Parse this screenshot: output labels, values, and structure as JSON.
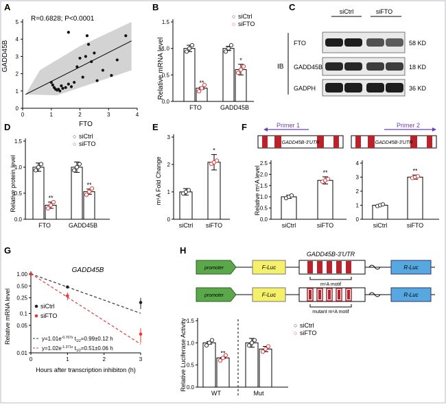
{
  "figure": {
    "panels": {
      "A": {
        "letter": "A",
        "stat": "R=0.6828; P<0.0001",
        "xlabel": "FTO",
        "ylabel": "GADD45B",
        "xticks": [
          "0",
          "1",
          "2",
          "3",
          "4"
        ],
        "yticks": [
          "0",
          "1",
          "2",
          "3",
          "4",
          "5"
        ]
      },
      "B": {
        "letter": "B",
        "ylabel": "Relative mRNA level",
        "yticks": [
          "0.0",
          "0.5",
          "1.0",
          "1.5"
        ],
        "groups": [
          "FTO",
          "GADD45B"
        ],
        "legend": [
          "siCtrl",
          "siFTO"
        ],
        "sig": [
          "**",
          "*"
        ]
      },
      "C": {
        "letter": "C",
        "cols": [
          "siCtrl",
          "siFTO"
        ],
        "side_label": "IB",
        "rows": [
          {
            "name": "FTO",
            "size": "58 KD"
          },
          {
            "name": "GADD45B",
            "size": "18 KD"
          },
          {
            "name": "GADPH",
            "size": "36 KD"
          }
        ]
      },
      "D": {
        "letter": "D",
        "ylabel": "Relative protein level",
        "yticks": [
          "0.0",
          "0.5",
          "1.0",
          "1.5"
        ],
        "groups": [
          "FTO",
          "GADD45B"
        ],
        "legend": [
          "siCtrl",
          "siFTO"
        ],
        "sig": [
          "**",
          "**"
        ]
      },
      "E": {
        "letter": "E",
        "ylabel": "m⁶A Fold Change",
        "yticks": [
          "0",
          "1",
          "2",
          "3"
        ],
        "groups": [
          "siCtrl",
          "siFTO"
        ],
        "sig": "*"
      },
      "F": {
        "letter": "F",
        "primer1": "Primer 1",
        "primer2": "Primer 2",
        "utr": "GADD45B-3'UTR",
        "ylabel": "Relative m⁶A level",
        "yticks": [
          "0.0",
          "0.5",
          "1.0",
          "1.5",
          "2.0",
          "2.5"
        ],
        "yticks2": [
          "0",
          "1",
          "2",
          "3",
          "4"
        ],
        "groups": [
          "siCtrl",
          "siFTO"
        ],
        "sig": "**"
      },
      "G": {
        "letter": "G",
        "title": "GADD45B",
        "ylabel": "Relative mRNA level",
        "xlabel": "Hours after transcription inhibiton (h)",
        "yticks": [
          "1.00",
          "0.50",
          "0.25",
          "0.1",
          "0.05",
          "0.01"
        ],
        "xticks": [
          "0",
          "1",
          "2",
          "3"
        ],
        "legend": [
          "siCtrl",
          "siFTO"
        ],
        "eq1": "y=1.01e",
        "exp1": "-0.767x",
        "half1": "t",
        "sub1": "1/2",
        "half1v": "=0.99±0.12 h",
        "eq2": "y=1.02e",
        "exp2": "-1.371x",
        "half2v": "=0.51±0.06 h"
      },
      "H": {
        "letter": "H",
        "construct_title": "GADD45B-3'UTR",
        "promoter": "promoter",
        "fluc": "F-Luc",
        "rluc": "R-Luc",
        "motif": "m⁶A motif",
        "mutant": "mutant m⁶A motif",
        "ylabel": "Relative Luciferase Activity",
        "yticks": [
          "0.0",
          "0.5",
          "1.0",
          "1.5"
        ],
        "groups": [
          "WT",
          "Mut"
        ],
        "legend": [
          "siCtrl",
          "siFTO"
        ],
        "sig": "**"
      }
    }
  },
  "colors": {
    "ctrl": "#333333",
    "sifto": "#e03a3a",
    "primer": "#6a3fb5",
    "green": "#5aa84a",
    "yellow": "#f4f06a",
    "blue": "#57a8e0",
    "red": "#b8242b",
    "band": "#1e1e1e"
  },
  "chart_data": [
    {
      "panel": "A",
      "type": "scatter",
      "xlabel": "FTO",
      "ylabel": "GADD45B",
      "xlim": [
        0,
        4
      ],
      "ylim": [
        0,
        5
      ],
      "points": [
        [
          1.0,
          1.5
        ],
        [
          1.05,
          1.35
        ],
        [
          1.1,
          1.2
        ],
        [
          1.15,
          1.1
        ],
        [
          1.2,
          1.05
        ],
        [
          1.3,
          1.0
        ],
        [
          1.4,
          1.15
        ],
        [
          1.5,
          1.2
        ],
        [
          1.6,
          1.4
        ],
        [
          1.7,
          1.25
        ],
        [
          1.8,
          1.5
        ],
        [
          1.6,
          4.4
        ],
        [
          1.9,
          2.4
        ],
        [
          2.0,
          2.9
        ],
        [
          2.1,
          1.8
        ],
        [
          2.2,
          3.0
        ],
        [
          2.25,
          4.2
        ],
        [
          2.3,
          3.7
        ],
        [
          2.4,
          2.7
        ],
        [
          2.5,
          3.2
        ],
        [
          2.6,
          1.6
        ],
        [
          2.8,
          2.2
        ],
        [
          3.1,
          1.9
        ],
        [
          3.3,
          2.8
        ],
        [
          3.6,
          4.2
        ],
        [
          1.25,
          1.1
        ],
        [
          1.35,
          1.3
        ]
      ],
      "fit": [
        [
          0.1,
          0.8
        ],
        [
          3.8,
          3.9
        ]
      ]
    },
    {
      "panel": "B",
      "type": "bar",
      "categories": [
        "FTO",
        "GADD45B"
      ],
      "ylim": [
        0,
        1.5
      ],
      "series": [
        {
          "name": "siCtrl",
          "values": [
            1.0,
            1.0
          ],
          "err": [
            0.06,
            0.04
          ]
        },
        {
          "name": "siFTO",
          "values": [
            0.25,
            0.6
          ],
          "err": [
            0.02,
            0.1
          ]
        }
      ]
    },
    {
      "panel": "D",
      "type": "bar",
      "categories": [
        "FTO",
        "GADD45B"
      ],
      "ylim": [
        0,
        1.5
      ],
      "series": [
        {
          "name": "siCtrl",
          "values": [
            1.0,
            1.0
          ],
          "err": [
            0.08,
            0.1
          ]
        },
        {
          "name": "siFTO",
          "values": [
            0.27,
            0.53
          ],
          "err": [
            0.06,
            0.05
          ]
        }
      ]
    },
    {
      "panel": "E",
      "type": "bar",
      "categories": [
        "siCtrl",
        "siFTO"
      ],
      "ylim": [
        0,
        3
      ],
      "values": [
        1.0,
        2.08
      ],
      "err": [
        0.12,
        0.28
      ]
    },
    {
      "panel": "F1",
      "type": "bar",
      "categories": [
        "siCtrl",
        "siFTO"
      ],
      "ylim": [
        0,
        2.5
      ],
      "values": [
        1.0,
        1.73
      ],
      "err": [
        0.07,
        0.16
      ]
    },
    {
      "panel": "F2",
      "type": "bar",
      "categories": [
        "siCtrl",
        "siFTO"
      ],
      "ylim": [
        0,
        4
      ],
      "values": [
        1.0,
        3.0
      ],
      "err": [
        0.05,
        0.15
      ]
    },
    {
      "panel": "G",
      "type": "line",
      "xlim": [
        0,
        3
      ],
      "ylim": [
        0.01,
        1.0
      ],
      "log_y": true,
      "series": [
        {
          "name": "siCtrl",
          "x": [
            0,
            1,
            3
          ],
          "y": [
            1.0,
            0.47,
            0.19
          ],
          "err": [
            0.03,
            0.04,
            0.06
          ]
        },
        {
          "name": "siFTO",
          "x": [
            0,
            1,
            3
          ],
          "y": [
            1.0,
            0.28,
            0.03
          ],
          "err": [
            0.03,
            0.06,
            0.012
          ]
        }
      ]
    },
    {
      "panel": "H",
      "type": "bar",
      "categories": [
        "WT",
        "Mut"
      ],
      "ylim": [
        0,
        1.5
      ],
      "series": [
        {
          "name": "siCtrl",
          "values": [
            1.0,
            1.0
          ],
          "err": [
            0.03,
            0.1
          ]
        },
        {
          "name": "siFTO",
          "values": [
            0.66,
            0.86
          ],
          "err": [
            0.01,
            0.06
          ]
        }
      ]
    }
  ]
}
